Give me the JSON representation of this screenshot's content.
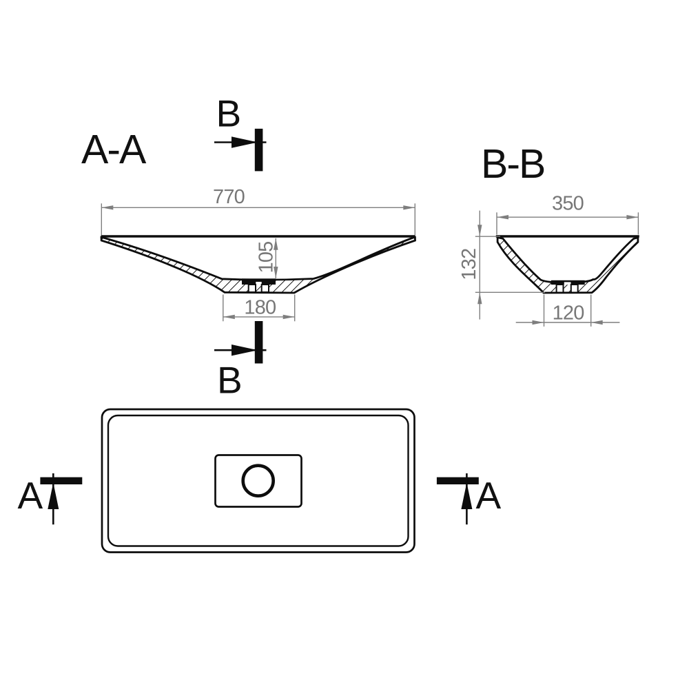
{
  "drawing": {
    "type": "technical-drawing",
    "subject": "rectangular washbasin - section and plan views",
    "colors": {
      "ink": "#0d0d0d",
      "dimension": "#7e7e7e",
      "background": "#ffffff"
    },
    "section_aa": {
      "label": "A-A",
      "dim_width": "770",
      "dim_depth": "105",
      "dim_bottom": "180"
    },
    "section_bb": {
      "label": "B-B",
      "dim_width": "350",
      "dim_height": "132",
      "dim_bottom": "120"
    },
    "cut_marks": {
      "b_top": "B",
      "b_bottom": "B",
      "a_left": "A",
      "a_right": "A"
    }
  }
}
